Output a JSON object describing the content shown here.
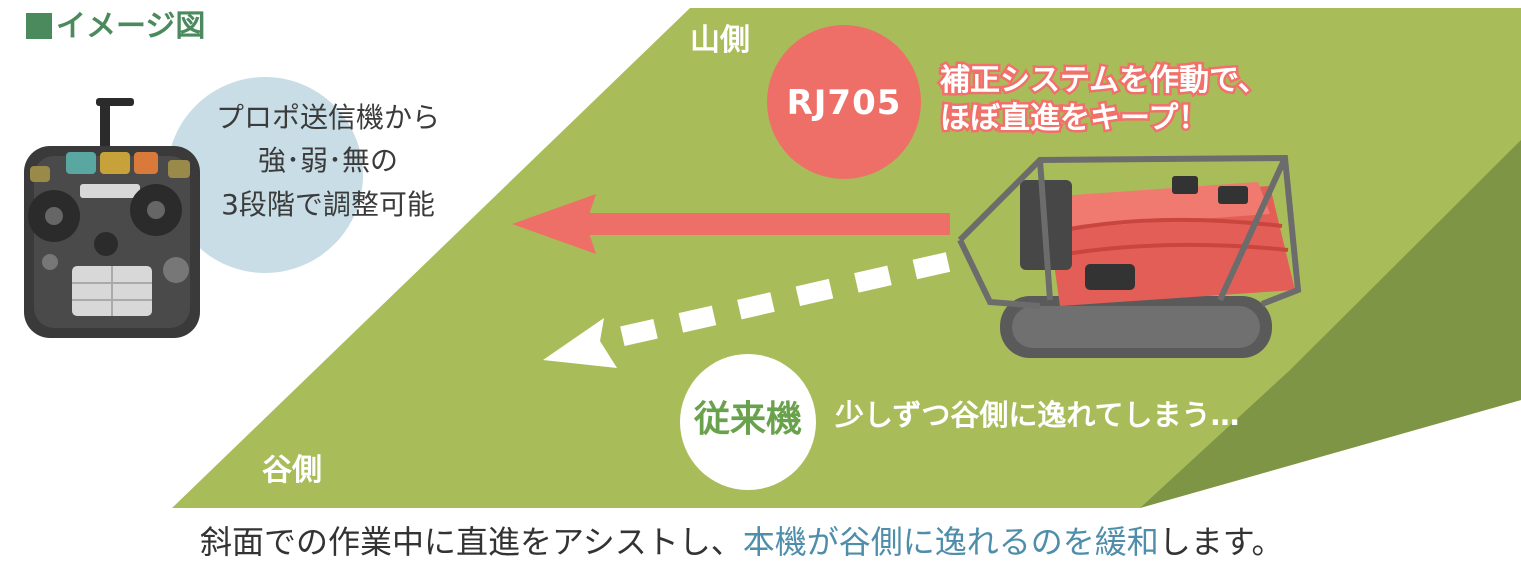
{
  "legend": {
    "title": "イメージ図"
  },
  "slope": {
    "mountain_side": "山側",
    "valley_side": "谷側"
  },
  "model": {
    "name": "RJ705",
    "feature_line1": "補正システムを作動で、",
    "feature_line2": "ほぼ直進をキープ！"
  },
  "controller": {
    "line1": "プロポ送信機から",
    "line2": "強･弱･無の",
    "line3": "3段階で調整可能"
  },
  "conventional": {
    "label": "従来機",
    "text": "少しずつ谷側に逸れてしまう…"
  },
  "caption": {
    "part1": "斜面での作業中に直進をアシストし、",
    "highlight": "本機が谷側に逸れるのを緩和",
    "part2": "します。"
  },
  "colors": {
    "slope": "#a8bd5a",
    "slope_dark": "#7e9545",
    "accent_red": "#ee6f67",
    "legend_green": "#4a8a5c",
    "bubble_blue": "#c8dde6",
    "caption_blue": "#4f8eaa"
  }
}
